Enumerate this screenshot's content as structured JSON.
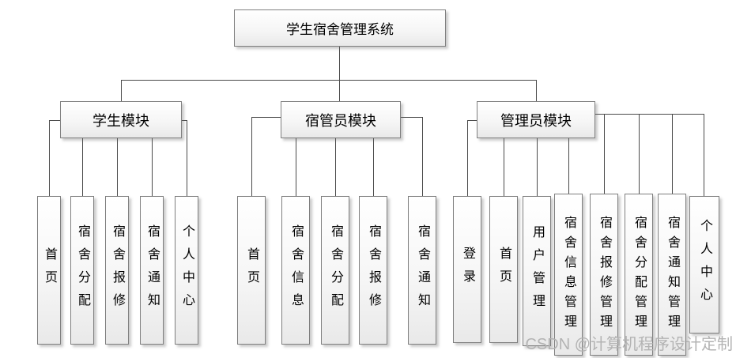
{
  "diagram": {
    "root": {
      "label": "学生宿舍管理系统"
    },
    "modules": [
      {
        "label": "学生模块",
        "children": [
          {
            "label": "首页"
          },
          {
            "label": "宿舍分配"
          },
          {
            "label": "宿舍报修"
          },
          {
            "label": "宿舍通知"
          },
          {
            "label": "个人中心"
          }
        ]
      },
      {
        "label": "宿管员模块",
        "children": [
          {
            "label": "首页"
          },
          {
            "label": "宿舍信息"
          },
          {
            "label": "宿舍分配"
          },
          {
            "label": "宿舍报修"
          },
          {
            "label": "宿舍通知"
          }
        ]
      },
      {
        "label": "管理员模块",
        "children": [
          {
            "label": "登录"
          },
          {
            "label": "首页"
          },
          {
            "label": "用户管理"
          },
          {
            "label": "宿舍信息管理"
          },
          {
            "label": "宿舍报修管理"
          },
          {
            "label": "宿舍分配管理"
          },
          {
            "label": "宿舍通知管理"
          },
          {
            "label": "个人中心"
          }
        ]
      }
    ]
  },
  "watermark": {
    "text": "CSDN @计算机程序设计定制"
  },
  "colors": {
    "box_border": "#7f7f7f",
    "connector": "#4a4a4a",
    "text": "#000000",
    "watermark": "#b3b3b3"
  }
}
